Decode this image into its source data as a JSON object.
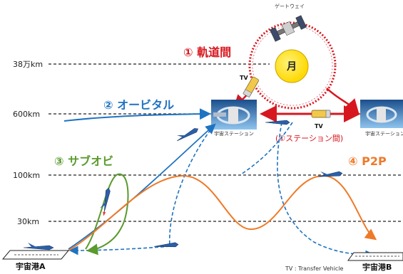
{
  "altitudes": {
    "a380k": "38万km",
    "a600k": "600km",
    "a100k": "100km",
    "a30k": "30km"
  },
  "routes": {
    "orbit": {
      "label": "① 軌道間",
      "color": "#d7171f"
    },
    "orbital": {
      "label": "② オービタル",
      "color": "#1f73c1"
    },
    "suborbital": {
      "label": "③ サブオビ",
      "color": "#5a9a2e"
    },
    "p2p": {
      "label": "④ P2P",
      "color": "#ee7a28"
    }
  },
  "labels": {
    "gateway": "ゲートウェイ",
    "moon": "月",
    "tv_left": "TV",
    "tv_right": "TV",
    "station_link": "(①ステーション間)",
    "station_left": "宇宙ステーション",
    "station_right": "宇宙ステーション",
    "port_a": "宇宙港A",
    "port_b": "宇宙港B",
    "tv_note": "TV : Transfer Vehicle"
  },
  "colors": {
    "moon": "#ffe400",
    "orbit_ring": "#d7171f",
    "dashed_blue": "#1f73c1"
  }
}
